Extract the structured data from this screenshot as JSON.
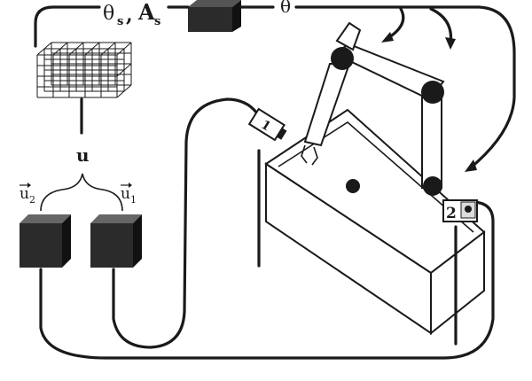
{
  "labels": {
    "theta_s": "θ",
    "theta_s_sub": "s",
    "separator": ",",
    "a_s": "A",
    "a_s_sub": "s",
    "theta": "θ",
    "u": "u",
    "u2": "u",
    "u2_sub": "2",
    "u1": "u",
    "u1_sub": "1",
    "camera1": "1",
    "camera2": "2"
  },
  "colors": {
    "ink": "#1a1a1a",
    "block": "#2b2b2b",
    "background": "#ffffff"
  },
  "icons": {
    "network": "grid-network-icon",
    "controller": "controller-box-icon",
    "arm": "robot-arm-icon",
    "camera": "camera-icon"
  }
}
